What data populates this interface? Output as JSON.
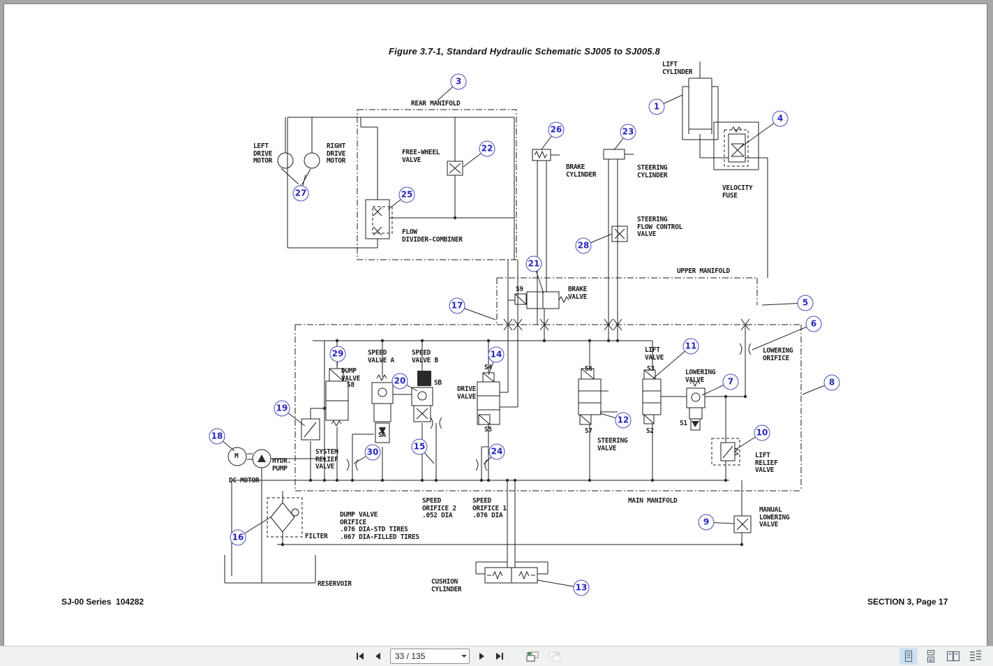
{
  "figure": {
    "title": "Figure 3.7-1, Standard Hydraulic Schematic SJ005 to SJ005.8",
    "footer_left": "SJ-00 Series  104282",
    "footer_right": "SECTION 3, Page 17"
  },
  "labels": {
    "lift_cylinder": "LIFT\nCYLINDER",
    "rear_manifold": "REAR MANIFOLD",
    "left_drive_motor": "LEFT\nDRIVE\nMOTOR",
    "right_drive_motor": "RIGHT\nDRIVE\nMOTOR",
    "free_wheel_valve": "FREE-WHEEL\nVALVE",
    "brake_cylinder": "BRAKE\nCYLINDER",
    "steering_cylinder": "STEERING\nCYLINDER",
    "velocity_fuse": "VELOCITY\nFUSE",
    "flow_divider_combiner": "FLOW\nDIVIDER-COMBINER",
    "steering_flow_control_valve": "STEERING\nFLOW CONTROL\nVALVE",
    "upper_manifold": "UPPER MANIFOLD",
    "s9": "S9",
    "brake_valve": "BRAKE\nVALVE",
    "lowering_orifice": "LOWERING\nORIFICE",
    "speed_valve_a": "SPEED\nVALVE A",
    "speed_valve_b": "SPEED\nVALVE B",
    "dump_valve": "DUMP\nVALVE",
    "s8": "S8",
    "sb": "SB",
    "s4": "S4",
    "s6": "S6",
    "s3": "S3",
    "s5": "S5",
    "s7": "S7",
    "s2": "S2",
    "s1": "S1",
    "sa": "SA",
    "drive_valve": "DRIVE\nVALVE",
    "lift_valve": "LIFT\nVALVE",
    "lowering_valve": "LOWERING\nVALVE",
    "steering_valve": "STEERING\nVALVE",
    "hydr_pump": "HYDR.\nPUMP",
    "system_relief_valve": "SYSTEM\nRELIEF\nVALVE",
    "lift_relief_valve": "LIFT\nRELIEF\nVALVE",
    "dc_motor": "DC MOTOR",
    "main_manifold": "MAIN MANIFOLD",
    "speed_orifice_2": "SPEED\nORIFICE 2\n.052 DIA",
    "speed_orifice_1": "SPEED\nORIFICE 1\n.076 DIA",
    "manual_lowering_valve": "MANUAL\nLOWERING\nVALVE",
    "dump_valve_orifice": "DUMP VALVE\nORIFICE\n.076 DIA-STD TIRES\n.067 DIA-FILLED TIRES",
    "filter": "FILTER",
    "reservoir": "RESERVOIR",
    "cushion_cylinder": "CUSHION\nCYLINDER",
    "motor_letter": "M"
  },
  "callouts": {
    "c1": "1",
    "c3": "3",
    "c4": "4",
    "c5": "5",
    "c6": "6",
    "c7": "7",
    "c8": "8",
    "c9": "9",
    "c10": "10",
    "c11": "11",
    "c12": "12",
    "c13": "13",
    "c14": "14",
    "c15": "15",
    "c16": "16",
    "c17": "17",
    "c18": "18",
    "c19": "19",
    "c20": "20",
    "c21": "21",
    "c22": "22",
    "c23": "23",
    "c24": "24",
    "c25": "25",
    "c26": "26",
    "c27": "27",
    "c28": "28",
    "c29": "29",
    "c30": "30"
  },
  "toolbar": {
    "page_display": "33 / 135",
    "icons": {
      "first_page": "first-page",
      "previous_page": "previous-page",
      "next_page": "next-page",
      "last_page": "last-page",
      "previous_view": "previous-view",
      "next_view": "next-view",
      "layout_single": "single-page-view",
      "layout_continuous": "continuous-view",
      "layout_facing": "facing-page-view",
      "layout_continuous_facing": "continuous-facing-view"
    }
  },
  "colors": {
    "callout_blue": "#3a3ab8",
    "schematic_line": "#1b1b1b",
    "viewer_bg": "#a6a6a6",
    "toolbar_bg": "#f0f1f1",
    "active_layout_bg": "#cfe0f5",
    "page_bg": "#ffffff"
  }
}
